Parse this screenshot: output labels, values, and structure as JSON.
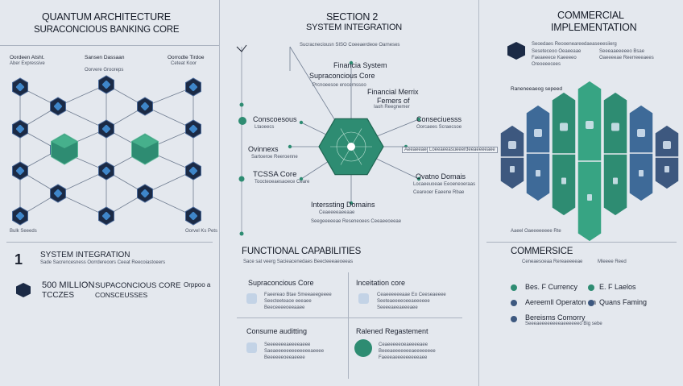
{
  "panel1": {
    "title_line1": "QUANTUM ARCHITECTURE",
    "title_line2": "SURACONCIOUS BANKING CORE",
    "label_a": "Oordeen Atsht.",
    "label_a_sub": "Aber Expressive",
    "label_b": "Sansen Dassaan",
    "label_b_sub": "Oorvere Grooreps",
    "label_c": "Oorrodte Tirdoe",
    "label_c_sub": "Ceteat Koor",
    "footer_left": "Bulk Seeeds",
    "footer_right": "Oorvel Ks Pets",
    "step_number": "1",
    "step_title": "SYSTEM INTEGRATION",
    "step_sub": "Sade Sacrencesness Oorrdereoors Ceeat Reecoiastoeers",
    "stat_line1": "500 MILLION",
    "stat_line2": "TCCZES",
    "stat_desc_line1": "SUPACONCIOUS CORE",
    "stat_desc_line2": "CONSCEUSSES",
    "stat_right": "Orppoo a"
  },
  "panel2": {
    "title_line1": "SECTION 2",
    "title_line2": "SYSTEM INTEGRATION",
    "subtitle": "Sucracneciousn SISO Coeeaerdeoe Oarneses",
    "lbl_financial": "Financia System",
    "lbl_supra": "Supraconcious Core",
    "lbl_supra_sub": "Prcnoeesoe erocernssoo",
    "lbl_matrix": "Financial Merrix",
    "lbl_matrix2": "Femers of",
    "lbl_matrix3": "Iaoh Reegnemer",
    "lbl_consc_left": "Conscoesous",
    "lbl_consc_left_sub": "Ltaoeecs",
    "lbl_consc_right": "Conseciuesss",
    "lbl_consc_right_sub": "Oorcaees Scraecsoe",
    "lbl_ovinex": "Ovinnexs",
    "lbl_ovinex_sub": "Sartoeroe Reeroenne",
    "lbl_box1": "Aeeaeeaee",
    "lbl_box2": "Loeeaeeasueeerdeeaeeeeaee",
    "lbl_tcsa": "TCSSA Core",
    "lbl_tcsa_sub": "Toocteoeaesaoece Ceare",
    "lbl_ovatno": "Ovatno Domais",
    "lbl_ovatno_sub": "Locaeeuoeae Eeoeneoeraas",
    "lbl_ovatno_sub2": "Ceareoer Eaeene Rbae",
    "lbl_inter": "Interssting Domains",
    "lbl_inter_sub": "Ceaeeeeaeeaae",
    "lbl_inter_sub2": "Seegeeeeeae Reseneoees Ceeaeeoeeae",
    "func_title": "FUNCTIONAL CAPABILITIES",
    "func_sub": "Sace sat veerg Sacieacenedaes Beecteeeaeoeeas",
    "cap1_title": "Supraconcious Core",
    "cap1_text1": "Faeereao Btae Smeeaeegeeee",
    "cap1_text2": "Seecteeteaoe eeeaee",
    "cap1_text3": "Beeceeeeoeeaaee",
    "cap2_title": "Inceitation core",
    "cap2_text1": "Ceaeeeeeeaae Eo Ceeseaeeee",
    "cap2_text2": "Seeteaeeeeoeeaeeeeee",
    "cap2_text3": "Seeeeaeeaeeeaee",
    "cap3_title": "Consume auditting",
    "cap3_text1": "Seeeeeeeaeeeeaeee",
    "cap3_text2": "Saeaeeeeeeeeeeeeeaeeee",
    "cap3_text3": "Beeeeeeoeeaeeee",
    "cap4_title": "Ralened Regastement",
    "cap4_text1": "Ceaeeeeeoeaeeeeaee",
    "cap4_text2": "Beeeaeeeeeeeaeeeeeeee",
    "cap4_text3": "Faeeeaeeeeeeeeeaee"
  },
  "panel3": {
    "title_line1": "COMMERCIAL",
    "title_line2": "IMPLEMENTATION",
    "intro1": "Seoedaes Reooeneareedaeaseeesiierg",
    "intro2": "Seseteceoo Oeaeeaae",
    "intro3": "Faeaeeece Kaeeeeo",
    "intro4": "Seeeaaeeeeeo Bsae",
    "intro5": "Oaeeeeae Reerreeeaees",
    "intro6": "Oreoeeecees",
    "hex_label": "Raneneeaeog sepeed",
    "hex_footer": "Aaeel Oaeeeeeeee Rte",
    "commerce_title": "COMMERSICE",
    "commerce_sub": "Ceneaesoeaa Rereaeeeeae",
    "commerce_sub_right": "Mleeee Reed",
    "item1": "Bes. F Currency",
    "item2": "E. F Laelos",
    "item3": "Aereemll Operaton on",
    "item4": "Quans Faming",
    "item5": "Bereisms Comorry",
    "item5_sub": "Seeeaeeeeeeeeaeeeeeeo Big sebe"
  },
  "colors": {
    "navy": "#1b2a45",
    "teal": "#2e8c72",
    "blue": "#3f86c9",
    "slate": "#3d587f",
    "background": "#e4e8ee"
  }
}
